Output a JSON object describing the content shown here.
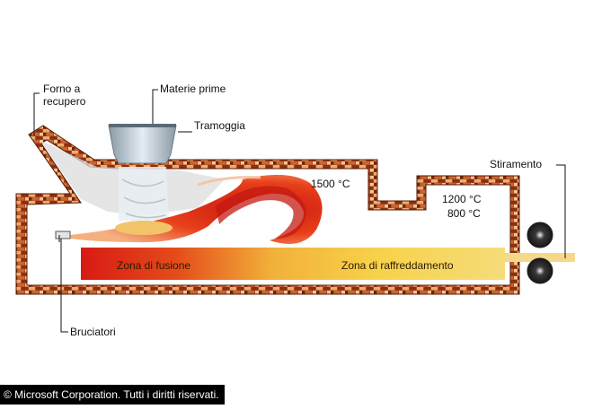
{
  "labels": {
    "forno_a_recupero_line1": "Forno a",
    "forno_a_recupero_line2": "recupero",
    "materie_prime": "Materie prime",
    "tramoggia": "Tramoggia",
    "stiramento": "Stiramento",
    "bruciatori": "Bruciatori"
  },
  "temperatures": {
    "t1500": "1500 °C",
    "t1200": "1200 °C",
    "t800": "800 °C"
  },
  "zones": {
    "fusione": "Zona di fusione",
    "raffreddamento": "Zona di raffreddamento"
  },
  "copyright": "© Microsoft Corporation. Tutti i diritti riservati.",
  "colors": {
    "brick": "#9a3b1a",
    "brick_light": "#d98a4a",
    "glass_hot": "#d8201a",
    "glass_cool": "#f4d050",
    "flame": "#e8401a"
  }
}
